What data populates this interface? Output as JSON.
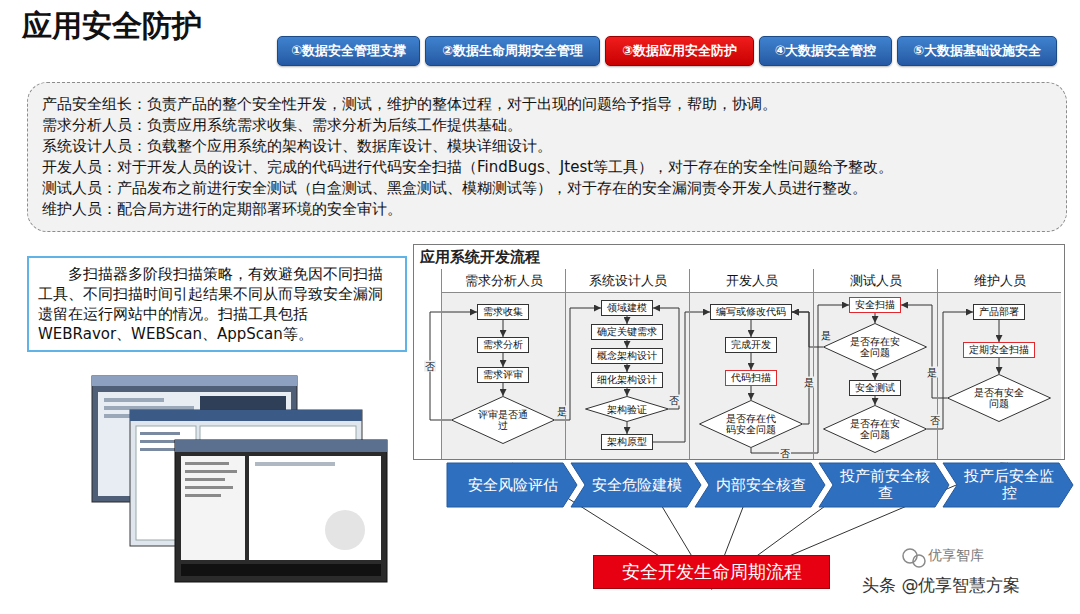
{
  "diagram": {
    "title": "应用安全防护",
    "nodes": [
      {
        "text": [
          "①数据安全管理支撑"
        ]
      },
      {
        "text": [
          "②数据生命周期安全管理"
        ]
      },
      {
        "text": [
          "③数据应用安全防护"
        ]
      },
      {
        "text": [
          "④大数据安全管控"
        ]
      },
      {
        "text": [
          "⑤大数据基础设施安全"
        ]
      },
      {
        "text": [
          "产品安全组长：负责产品的整个安全性开发，测试，维护的整体过程，对于出现的问题给予指导，帮助，协调。",
          "需求分析人员：负责应用系统需求收集、需求分析为后续工作提供基础。",
          "系统设计人员：负载整个应用系统的架构设计、数据库设计、模块详细设计。",
          "开发人员：对于开发人员的设计、完成的代码进行代码安全扫描（FindBugs、Jtest等工具），对于存在的安全性问题给予整改。",
          "测试人员：产品发布之前进行安全测试（白盒测试、黑盒测试、模糊测试等），对于存在的安全漏洞责令开发人员进行整改。",
          "维护人员：配合局方进行的定期部署环境的安全审计。"
        ]
      },
      {
        "text": [
          "多扫描器多阶段扫描策略，有效避免因不同扫描工具、不同扫描时间引起结果不同从而导致安全漏洞遗留在运行网站中的情况。扫描工具包括WEBRavor、WEBScan、AppScan等。"
        ]
      },
      {
        "text": [
          "应用系统开发流程"
        ]
      },
      {
        "text": [
          "需求分析人员"
        ],
        "in": 7
      },
      {
        "text": [
          "需求收集"
        ],
        "in": 8
      },
      {
        "text": [
          "需求分析"
        ],
        "in": 8
      },
      {
        "text": [
          "需求评审"
        ],
        "in": 8
      },
      {
        "text": [
          "评审是否通过"
        ],
        "in": 8
      },
      {
        "text": [
          "系统设计人员"
        ],
        "in": 7
      },
      {
        "text": [
          "领域建模"
        ],
        "in": 13
      },
      {
        "text": [
          "确定关键需求"
        ],
        "in": 13
      },
      {
        "text": [
          "概念架构设计"
        ],
        "in": 13
      },
      {
        "text": [
          "细化架构设计"
        ],
        "in": 13
      },
      {
        "text": [
          "架构验证"
        ],
        "in": 13
      },
      {
        "text": [
          "架构原型"
        ],
        "in": 13
      },
      {
        "text": [
          "开发人员"
        ],
        "in": 7
      },
      {
        "text": [
          "编写或修改代码"
        ],
        "in": 20
      },
      {
        "text": [
          "完成开发"
        ],
        "in": 20
      },
      {
        "text": [
          "代码扫描"
        ],
        "in": 20
      },
      {
        "text": [
          "是否存在代码安全问题"
        ],
        "in": 20
      },
      {
        "text": [
          "测试人员"
        ],
        "in": 7
      },
      {
        "text": [
          "安全扫描"
        ],
        "in": 25
      },
      {
        "text": [
          "是否存在安全问题"
        ],
        "in": 25
      },
      {
        "text": [
          "安全测试"
        ],
        "in": 25
      },
      {
        "text": [
          "是否存在安全问题"
        ],
        "in": 25
      },
      {
        "text": [
          "维护人员"
        ],
        "in": 7
      },
      {
        "text": [
          "产品部署"
        ],
        "in": 30
      },
      {
        "text": [
          "定期安全扫描"
        ],
        "in": 30
      },
      {
        "text": [
          "是否有安全问题"
        ],
        "in": 30
      },
      {
        "text": [
          "安全风险评估"
        ]
      },
      {
        "text": [
          "安全危险建模"
        ]
      },
      {
        "text": [
          "内部安全核查"
        ]
      },
      {
        "text": [
          "投产前安全核查"
        ]
      },
      {
        "text": [
          "投产后安全监控"
        ]
      },
      {
        "text": [
          "安全开发生命周期流程"
        ]
      }
    ],
    "edges": [
      {
        "from": 9,
        "to": 10,
        "arrow": "to"
      },
      {
        "from": 10,
        "to": 11,
        "arrow": "to"
      },
      {
        "from": 11,
        "to": 12,
        "arrow": "to"
      },
      {
        "from": 12,
        "to": 9,
        "label": "否",
        "arrow": "to"
      },
      {
        "from": 12,
        "to": 14,
        "label": "是",
        "arrow": "to"
      },
      {
        "from": 14,
        "to": 15,
        "arrow": "to"
      },
      {
        "from": 15,
        "to": 16,
        "arrow": "to"
      },
      {
        "from": 16,
        "to": 17,
        "arrow": "to"
      },
      {
        "from": 17,
        "to": 18,
        "arrow": "to"
      },
      {
        "from": 18,
        "to": 19,
        "arrow": "to"
      },
      {
        "from": 18,
        "to": 14,
        "label": "否",
        "arrow": "to"
      },
      {
        "from": 19,
        "to": 21,
        "arrow": "to"
      },
      {
        "from": 21,
        "to": 22,
        "arrow": "to"
      },
      {
        "from": 22,
        "to": 23,
        "arrow": "to"
      },
      {
        "from": 23,
        "to": 24,
        "arrow": "to"
      },
      {
        "from": 24,
        "to": 21,
        "label": "是",
        "arrow": "to"
      },
      {
        "from": 24,
        "to": 26,
        "label": "否",
        "arrow": "to"
      },
      {
        "from": 26,
        "to": 27,
        "arrow": "to"
      },
      {
        "from": 27,
        "to": 21,
        "label": "是",
        "arrow": "to"
      },
      {
        "from": 27,
        "to": 28,
        "arrow": "to"
      },
      {
        "from": 28,
        "to": 29,
        "arrow": "to"
      },
      {
        "from": 29,
        "to": 31,
        "label": "否",
        "arrow": "to"
      },
      {
        "from": 31,
        "to": 32,
        "arrow": "to"
      },
      {
        "from": 32,
        "to": 33,
        "arrow": "to"
      },
      {
        "from": 33,
        "to": 26,
        "label": "是",
        "arrow": "to"
      },
      {
        "from": 39,
        "to": 34,
        "arrow": "to"
      },
      {
        "from": 39,
        "to": 35,
        "arrow": "to"
      },
      {
        "from": 39,
        "to": 36,
        "arrow": "to"
      },
      {
        "from": 39,
        "to": 37,
        "arrow": "to"
      },
      {
        "from": 39,
        "to": 38,
        "arrow": "to"
      }
    ],
    "labels": [
      "优享智库",
      "头条 @优享智慧方案"
    ]
  }
}
